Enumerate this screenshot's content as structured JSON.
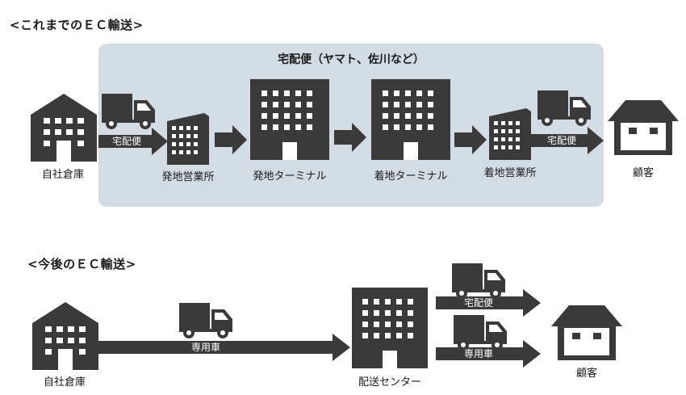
{
  "current": {
    "section_title": "<これまでのＥＣ輸送>",
    "panel_title": "宅配便（ヤマト、佐川など）",
    "nodes": {
      "warehouse": "自社倉庫",
      "origin_office": "発地営業所",
      "origin_terminal": "発地ターミナル",
      "dest_terminal": "着地ターミナル",
      "dest_office": "着地営業所",
      "customer": "顧客"
    },
    "arrow_labels": {
      "first_leg": "宅配便",
      "last_leg": "宅配便"
    }
  },
  "future": {
    "section_title": "<今後のＥＣ輸送>",
    "nodes": {
      "warehouse": "自社倉庫",
      "delivery_center": "配送センター",
      "customer": "顧客"
    },
    "arrow_labels": {
      "dedicated": "専用車",
      "parcel": "宅配便",
      "dedicated2": "専用車"
    }
  },
  "colors": {
    "icon": "#3a3a3a",
    "panel": "#d3dbe3",
    "window": "#ffffff"
  }
}
